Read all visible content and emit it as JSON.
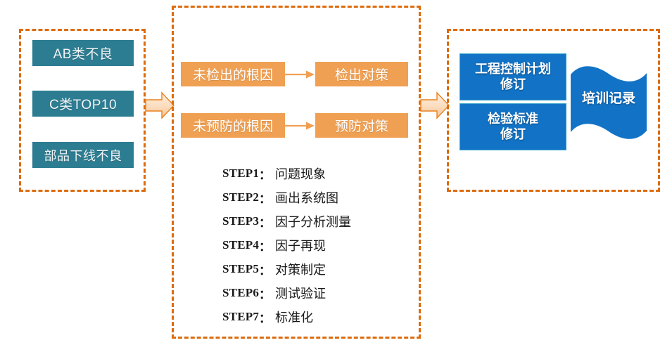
{
  "diagram": {
    "panels": {
      "inputs": {
        "name": "inputs-group"
      },
      "analysis": {
        "name": "analysis-group"
      },
      "outputs": {
        "name": "outputs-group"
      }
    },
    "inputs": [
      {
        "label": "AB类不良"
      },
      {
        "label": "C类TOP10"
      },
      {
        "label": "部品下线不良"
      }
    ],
    "analysis_rows": [
      {
        "cause": "未检出的根因",
        "countermeasure": "检出对策"
      },
      {
        "cause": "未预防的根因",
        "countermeasure": "预防对策"
      }
    ],
    "steps": [
      {
        "key": "STEP1",
        "sep": "：",
        "value": "问题现象"
      },
      {
        "key": "STEP2",
        "sep": "：",
        "value": "画出系统图"
      },
      {
        "key": "STEP3",
        "sep": "：",
        "value": "因子分析测量"
      },
      {
        "key": "STEP4",
        "sep": "：",
        "value": "因子再现"
      },
      {
        "key": "STEP5",
        "sep": "：",
        "value": "对策制定"
      },
      {
        "key": "STEP6",
        "sep": "：",
        "value": "测试验证"
      },
      {
        "key": "STEP7",
        "sep": "：",
        "value": "标准化"
      }
    ],
    "outputs": [
      {
        "line1": "工程控制计划",
        "line2": "修订"
      },
      {
        "line1": "检验标准",
        "line2": "修订"
      }
    ],
    "banner": {
      "label": "培训记录"
    },
    "colors": {
      "panel_border": "#DD6B0D",
      "input_box": "#2D7D92",
      "analysis_box": "#F0A053",
      "output_box": "#1273C6",
      "output_box_border": "#35A5C8",
      "banner": "#1273C6",
      "arrow_fill_start": "#FDEBD8",
      "arrow_fill_end": "#F6C79A",
      "arrow_stroke": "#E8821E",
      "line_arrow": "#F0A053",
      "text_light": "#FFFFFF",
      "text_dark": "#1A1A1A"
    }
  }
}
